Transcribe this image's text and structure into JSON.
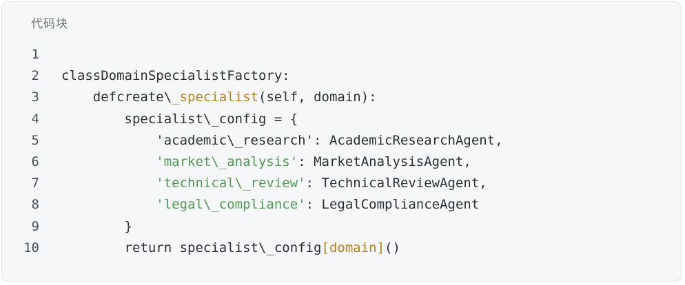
{
  "title": "代码块",
  "lines": [
    {
      "n": "1",
      "indent": "",
      "parts": []
    },
    {
      "n": "2",
      "indent": "",
      "parts": [
        {
          "t": "classDomainSpecialistFactory:",
          "c": "plain"
        }
      ]
    },
    {
      "n": "3",
      "indent": "    ",
      "parts": [
        {
          "t": "defcreate\\",
          "c": "plain"
        },
        {
          "t": "_specialist",
          "c": "fn"
        },
        {
          "t": "(self, domain):",
          "c": "plain"
        }
      ]
    },
    {
      "n": "4",
      "indent": "        ",
      "parts": [
        {
          "t": "specialist\\_config = {",
          "c": "plain"
        }
      ]
    },
    {
      "n": "5",
      "indent": "            ",
      "parts": [
        {
          "t": "'academic\\_research': AcademicResearchAgent,",
          "c": "plain"
        }
      ]
    },
    {
      "n": "6",
      "indent": "            ",
      "parts": [
        {
          "t": "'market\\_analysis'",
          "c": "str"
        },
        {
          "t": ": MarketAnalysisAgent,",
          "c": "plain"
        }
      ]
    },
    {
      "n": "7",
      "indent": "            ",
      "parts": [
        {
          "t": "'technical\\_review'",
          "c": "str"
        },
        {
          "t": ": TechnicalReviewAgent,",
          "c": "plain"
        }
      ]
    },
    {
      "n": "8",
      "indent": "            ",
      "parts": [
        {
          "t": "'legal\\_compliance'",
          "c": "str"
        },
        {
          "t": ": LegalComplianceAgent",
          "c": "plain"
        }
      ]
    },
    {
      "n": "9",
      "indent": "        ",
      "parts": [
        {
          "t": "}",
          "c": "plain"
        }
      ]
    },
    {
      "n": "10",
      "indent": "        ",
      "parts": [
        {
          "t": "return specialist\\_config",
          "c": "plain"
        },
        {
          "t": "[domain]",
          "c": "fn"
        },
        {
          "t": "()",
          "c": "plain"
        }
      ]
    }
  ],
  "colors": {
    "background": "#f6f7f8",
    "border": "#e2e4e7",
    "text": "#2b2f33",
    "line_number": "#4a4f55",
    "title": "#6b6f75",
    "function_token": "#b5821d",
    "string_token": "#4f9a50"
  }
}
